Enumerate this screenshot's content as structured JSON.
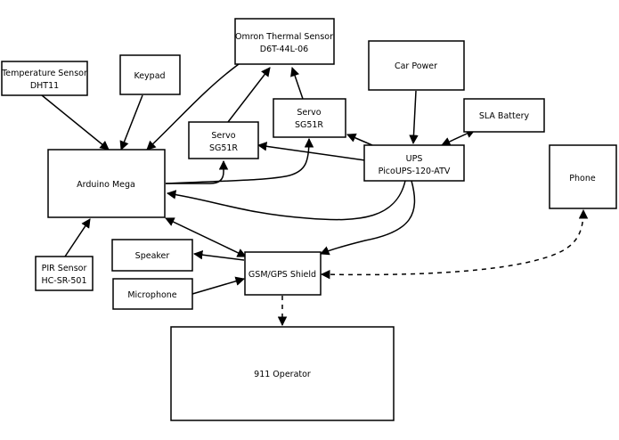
{
  "diagram": {
    "nodes": {
      "temp_sensor": {
        "line1": "Temperature Sensor",
        "line2": "DHT11"
      },
      "keypad": {
        "line1": "Keypad"
      },
      "thermal_sensor": {
        "line1": "Omron Thermal Sensor",
        "line2": "D6T-44L-06"
      },
      "car_power": {
        "line1": "Car Power"
      },
      "servo_right": {
        "line1": "Servo",
        "line2": "SG51R"
      },
      "sla_battery": {
        "line1": "SLA Battery"
      },
      "servo_left": {
        "line1": "Servo",
        "line2": "SG51R"
      },
      "ups": {
        "line1": "UPS",
        "line2": "PicoUPS-120-ATV"
      },
      "phone": {
        "line1": "Phone"
      },
      "arduino": {
        "line1": "Arduino Mega"
      },
      "pir_sensor": {
        "line1": "PIR Sensor",
        "line2": "HC-SR-501"
      },
      "speaker": {
        "line1": "Speaker"
      },
      "gsm_gps": {
        "line1": "GSM/GPS Shield"
      },
      "microphone": {
        "line1": "Microphone"
      },
      "operator": {
        "line1": "911 Operator"
      }
    },
    "edges": [
      {
        "from": "temp_sensor",
        "to": "arduino",
        "style": "solid",
        "direction": "forward"
      },
      {
        "from": "keypad",
        "to": "arduino",
        "style": "solid",
        "direction": "forward"
      },
      {
        "from": "thermal_sensor",
        "to": "arduino",
        "style": "solid",
        "direction": "forward"
      },
      {
        "from": "servo_left",
        "to": "thermal_sensor",
        "style": "solid",
        "direction": "forward"
      },
      {
        "from": "servo_right",
        "to": "thermal_sensor",
        "style": "solid",
        "direction": "forward"
      },
      {
        "from": "arduino",
        "to": "servo_left",
        "style": "solid",
        "direction": "forward"
      },
      {
        "from": "arduino",
        "to": "servo_right",
        "style": "solid",
        "direction": "forward"
      },
      {
        "from": "car_power",
        "to": "ups",
        "style": "solid",
        "direction": "forward"
      },
      {
        "from": "ups",
        "to": "sla_battery",
        "style": "solid",
        "direction": "both"
      },
      {
        "from": "ups",
        "to": "servo_right",
        "style": "solid",
        "direction": "forward"
      },
      {
        "from": "ups",
        "to": "servo_left",
        "style": "solid",
        "direction": "forward"
      },
      {
        "from": "ups",
        "to": "arduino",
        "style": "solid",
        "direction": "forward"
      },
      {
        "from": "ups",
        "to": "gsm_gps",
        "style": "solid",
        "direction": "forward"
      },
      {
        "from": "pir_sensor",
        "to": "arduino",
        "style": "solid",
        "direction": "forward"
      },
      {
        "from": "arduino",
        "to": "gsm_gps",
        "style": "solid",
        "direction": "both"
      },
      {
        "from": "gsm_gps",
        "to": "speaker",
        "style": "solid",
        "direction": "forward"
      },
      {
        "from": "microphone",
        "to": "gsm_gps",
        "style": "solid",
        "direction": "forward"
      },
      {
        "from": "gsm_gps",
        "to": "phone",
        "style": "dashed",
        "direction": "both"
      },
      {
        "from": "gsm_gps",
        "to": "operator",
        "style": "dashed",
        "direction": "forward"
      }
    ]
  }
}
